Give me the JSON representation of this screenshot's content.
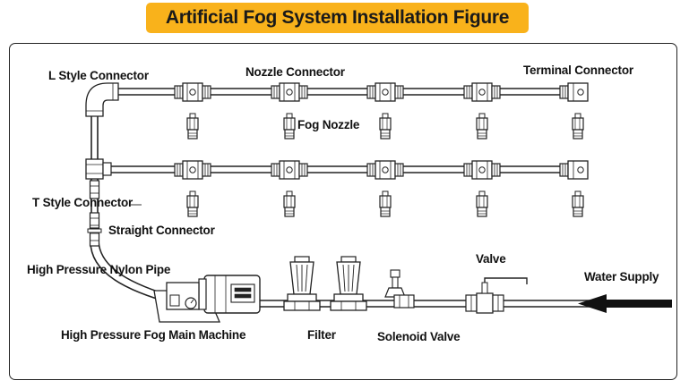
{
  "title": "Artificial Fog System Installation Figure",
  "colors": {
    "banner": "#f9b21b",
    "line": "#222222",
    "arrow": "#111111",
    "fitting_fill": "#ffffff"
  },
  "labels": {
    "l_style_connector": "L Style Connector",
    "nozzle_connector": "Nozzle Connector",
    "terminal_connector": "Terminal Connector",
    "fog_nozzle": "Fog Nozzle",
    "t_style_connector": "T Style Connector",
    "straight_connector": "Straight Connector",
    "high_pressure_nylon_pipe": "High Pressure Nylon Pipe",
    "water_supply": "Water Supply",
    "valve": "Valve",
    "high_pressure_fog_main_machine": "High Pressure Fog Main Machine",
    "filter": "Filter",
    "solenoid_valve": "Solenoid Valve"
  }
}
